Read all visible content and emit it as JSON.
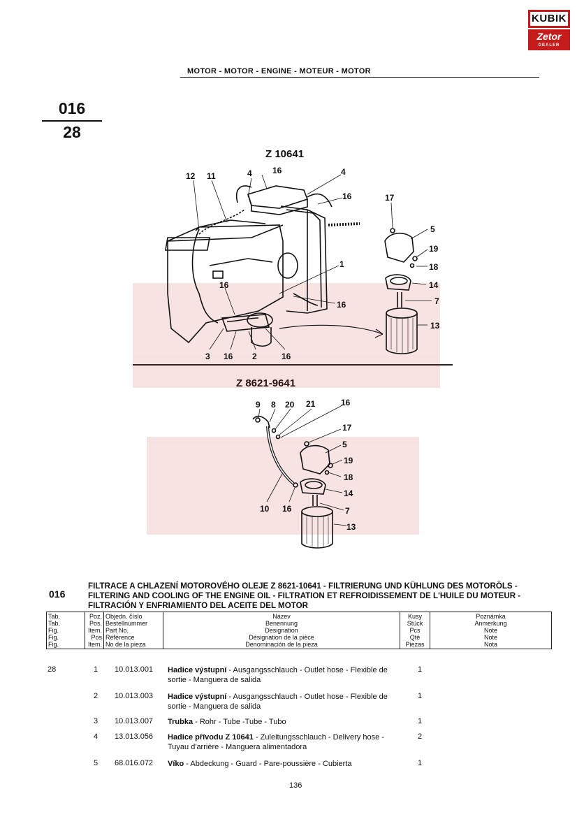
{
  "logo": {
    "top": "KUBIK",
    "bottom": "Zetor",
    "sub": "DEALER"
  },
  "header": {
    "title": "MOTOR - MOTOR - ENGINE - MOTEUR - MOTOR"
  },
  "section": {
    "number": "016",
    "table": "28"
  },
  "diagrams": [
    {
      "title": "Z 10641",
      "callouts": [
        "12",
        "11",
        "4",
        "16",
        "4",
        "16",
        "17",
        "5",
        "19",
        "18",
        "14",
        "7",
        "13",
        "1",
        "16",
        "16",
        "3",
        "16",
        "2",
        "16"
      ]
    },
    {
      "title": "Z  8621-9641",
      "callouts": [
        "9",
        "8",
        "20",
        "21",
        "16",
        "17",
        "5",
        "19",
        "18",
        "14",
        "7",
        "13",
        "10",
        "16"
      ]
    }
  ],
  "intro": {
    "number": "016",
    "text": "FILTRACE A CHLAZENÍ MOTOROVÉHO OLEJE Z 8621-10641 - FILTRIERUNG UND KÜHLUNG DES MOTORÖLS - FILTERING AND COOLING OF THE ENGINE OIL - FILTRATION ET REFROIDISSEMENT DE L'HUILE DU MOTEUR - FILTRACIÓN Y ENFRIAMIENTO DEL ACEITE DEL MOTOR"
  },
  "table": {
    "headers": [
      "Tab.\nTab.\nFig.\nFig.\nFig.",
      "Poz.\nPos.\nItem.\nPos\nItem.",
      "Objedn. číslo\nBestellnummer\nPart No.\nRéférence\nNo de la pieza",
      "Název\nBenennung\nDesignation\nDésignation de la pièce\nDenominación de la pieza",
      "Kusy\nStück\nPcs\nQté\nPiezas",
      "Poznámka\nAnmerkung\nNote\nNote\nNota"
    ],
    "rows": [
      {
        "tab": "28",
        "pos": "1",
        "part": "10.013.001",
        "name": "Hadice výstupní",
        "desc": " - Ausgangsschlauch - Outlet hose - Flexible de sortie - Manguera de salida",
        "qty": "1"
      },
      {
        "tab": "",
        "pos": "2",
        "part": "10.013.003",
        "name": "Hadice výstupní",
        "desc": " - Ausgangsschlauch - Outlet hose - Flexible de sortie - Manguera de salida",
        "qty": "1"
      },
      {
        "tab": "",
        "pos": "3",
        "part": "10.013.007",
        "name": "Trubka",
        "desc": " - Rohr - Tube -Tube - Tubo",
        "qty": "1"
      },
      {
        "tab": "",
        "pos": "4",
        "part": "13.013.056",
        "name": "Hadice přívodu Z 10641",
        "desc": " - Zuleitungsschlauch - Delivery hose - Tuyau d'arrière - Manguera alimentadora",
        "qty": "2"
      },
      {
        "tab": "",
        "pos": "5",
        "part": "68.016.072",
        "name": "Víko",
        "desc": " - Abdeckung - Guard - Pare-poussière - Cubierta",
        "qty": "1"
      }
    ]
  },
  "page": {
    "number": "136"
  }
}
